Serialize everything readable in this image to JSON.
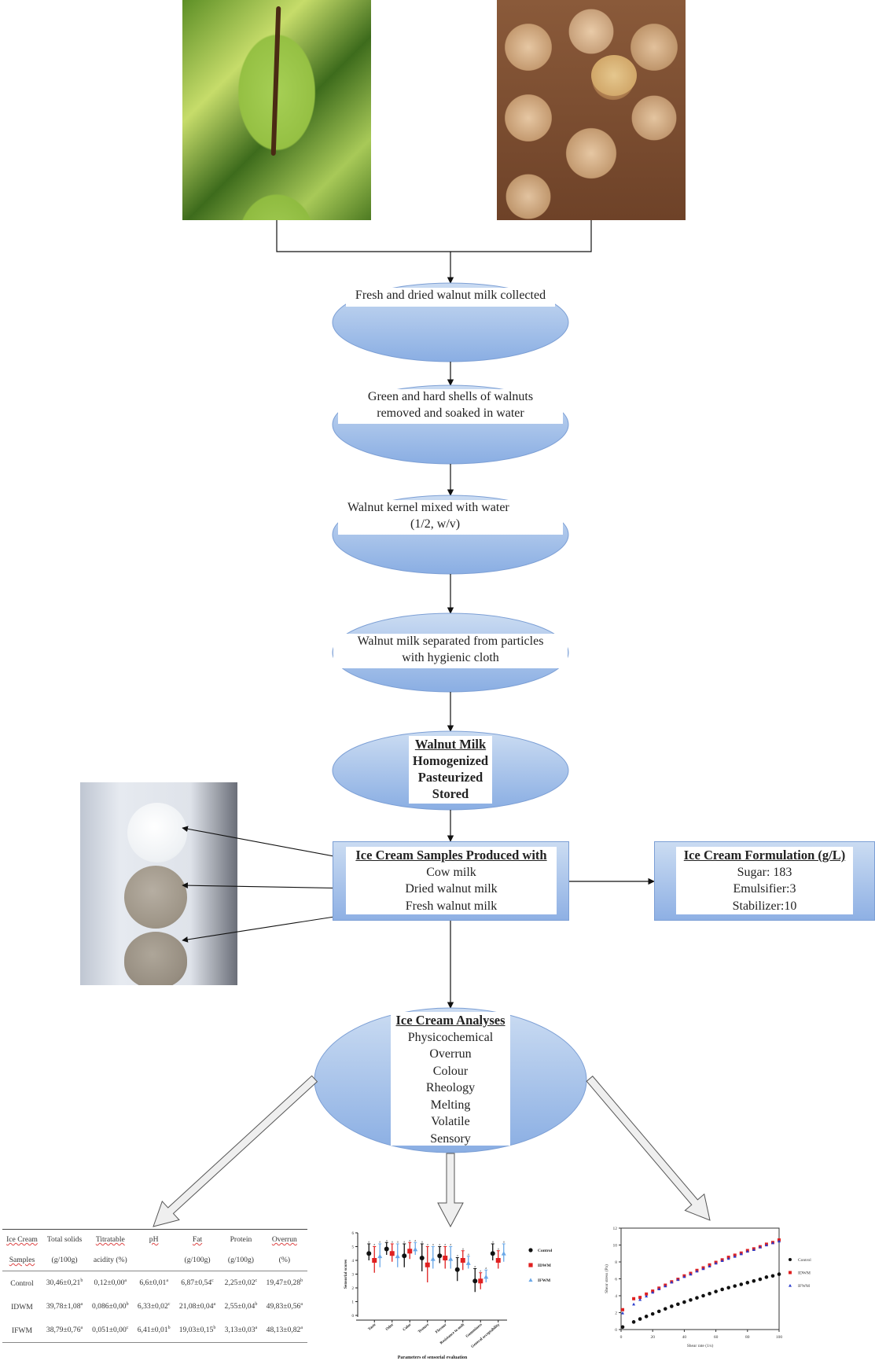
{
  "images": {
    "green_walnut": {
      "label": "Green walnuts on tree",
      "colors": [
        "#9cc94a",
        "#6e9e2a",
        "#3f6b1a"
      ]
    },
    "dried_walnut": {
      "label": "Dried walnuts in shell",
      "colors": [
        "#c9a27a",
        "#a87c55",
        "#7a5533"
      ]
    },
    "ice_cream_samples": {
      "label": "Three ice cream samples",
      "colors": [
        "#f6f7f9",
        "#a89f91",
        "#9d9284"
      ]
    }
  },
  "flow": {
    "step1": {
      "text": "Fresh and dried walnut milk collected"
    },
    "step2": {
      "line1": "Green and hard shells of walnuts",
      "line2": "removed and soaked in water"
    },
    "step3": {
      "line1": "Walnut kernel mixed with water",
      "line2": "(1/2, w/v)"
    },
    "step4": {
      "line1": "Walnut milk separated from particles",
      "line2": "with hygienic cloth"
    },
    "step5": {
      "title": "Walnut Milk",
      "items": [
        "Homogenized",
        "Pasteurized",
        "Stored"
      ]
    },
    "samples": {
      "title": "Ice Cream Samples Produced with",
      "items": [
        "Cow milk",
        "Dried walnut milk",
        "Fresh walnut milk"
      ]
    },
    "formulation": {
      "title": "Ice Cream Formulation (g/L)",
      "items": [
        "Sugar: 183",
        "Emulsifier:3",
        "Stabilizer:10"
      ]
    },
    "analyses": {
      "title": "Ice Cream Analyses",
      "items": [
        "Physicochemical",
        "Overrun",
        "Colour",
        "Rheology",
        "Melting",
        "Volatile",
        "Sensory"
      ]
    }
  },
  "colors": {
    "shape_top": "#cbdcf2",
    "shape_bottom": "#8aaee3",
    "shape_outline": "#7c9fd5",
    "arrow_fill": "#efefef",
    "arrow_stroke": "#555555",
    "control": "#111111",
    "idwm": "#e02020",
    "ifwm": "#6aa8e8",
    "ifwm_rheo": "#2a3ccc"
  },
  "table": {
    "headers": [
      [
        "Ice Cream",
        "Samples"
      ],
      [
        "Total solids",
        "(g/100g)"
      ],
      [
        "Titratable",
        "acidity (%)"
      ],
      [
        "pH",
        ""
      ],
      [
        "Fat",
        "(g/100g)"
      ],
      [
        "Protein",
        "(g/100g)"
      ],
      [
        "Overrun",
        "(%)"
      ]
    ],
    "rows": [
      {
        "sample": "Control",
        "cells": [
          [
            "30,46±0,21",
            "b"
          ],
          [
            "0,12±0,00",
            "a"
          ],
          [
            "6,6±0,01",
            "a"
          ],
          [
            "6,87±0,54",
            "c"
          ],
          [
            "2,25±0,02",
            "c"
          ],
          [
            "19,47±0,28",
            "b"
          ]
        ]
      },
      {
        "sample": "IDWM",
        "cells": [
          [
            "39,78±1,08",
            "a"
          ],
          [
            "0,086±0,00",
            "b"
          ],
          [
            "6,33±0,02",
            "c"
          ],
          [
            "21,08±0,04",
            "a"
          ],
          [
            "2,55±0,04",
            "b"
          ],
          [
            "49,83±0,56",
            "a"
          ]
        ]
      },
      {
        "sample": "IFWM",
        "cells": [
          [
            "38,79±0,76",
            "a"
          ],
          [
            "0,051±0,00",
            "c"
          ],
          [
            "6,41±0,01",
            "b"
          ],
          [
            "19,03±0,15",
            "b"
          ],
          [
            "3,13±0,03",
            "a"
          ],
          [
            "48,13±0,82",
            "a"
          ]
        ]
      }
    ]
  },
  "chart_data": [
    {
      "type": "scatter",
      "subtype": "dot-with-error-bars",
      "title": "",
      "xlabel": "Parameters of sensorial evaluation",
      "ylabel": "Sensorial scores",
      "ylim": [
        0,
        6
      ],
      "yticks": [
        0,
        1,
        2,
        3,
        4,
        5,
        6
      ],
      "categories": [
        "Taste",
        "Odor",
        "Color",
        "Texture",
        "Flavour",
        "Resistance to melt",
        "Gumminess",
        "General acceptability"
      ],
      "legend_position": "right",
      "series": [
        {
          "name": "Control",
          "marker": "circle",
          "values": [
            4.5,
            4.83,
            4.33,
            4.17,
            4.33,
            3.33,
            2.5,
            4.5
          ],
          "err_low": [
            4.0,
            4.4,
            3.5,
            3.2,
            3.8,
            2.5,
            1.7,
            4.0
          ],
          "err_high": [
            5.2,
            5.3,
            5.2,
            5.2,
            5.0,
            4.2,
            3.4,
            5.2
          ],
          "labels": [
            "a",
            "a",
            "a",
            "a",
            "a",
            "a",
            "a",
            "a"
          ]
        },
        {
          "name": "IDWM",
          "marker": "square",
          "values": [
            4.0,
            4.5,
            4.67,
            3.67,
            4.17,
            4.0,
            2.5,
            4.0
          ],
          "err_low": [
            3.1,
            3.9,
            4.1,
            2.4,
            3.4,
            3.3,
            1.9,
            3.4
          ],
          "err_high": [
            5.0,
            5.2,
            5.3,
            5.0,
            5.0,
            4.7,
            3.1,
            4.7
          ],
          "labels": [
            "a",
            "a",
            "a",
            "a",
            "a",
            "a",
            "a",
            "a"
          ]
        },
        {
          "name": "IFWM",
          "marker": "triangle",
          "values": [
            4.3,
            4.3,
            4.8,
            4.1,
            4.1,
            3.8,
            2.8,
            4.5
          ],
          "err_low": [
            3.5,
            3.5,
            4.4,
            3.4,
            3.4,
            3.4,
            2.4,
            3.9
          ],
          "err_high": [
            5.2,
            5.2,
            5.3,
            5.0,
            5.0,
            4.3,
            3.3,
            5.2
          ],
          "labels": [
            "a",
            "a",
            "a",
            "a",
            "a",
            "a",
            "a",
            "a"
          ]
        }
      ]
    },
    {
      "type": "scatter",
      "title": "",
      "xlabel": "Shear rate (1/s)",
      "ylabel": "Shear stress (Pa)",
      "xlim": [
        0,
        100
      ],
      "ylim": [
        0,
        12
      ],
      "xticks": [
        0,
        20,
        40,
        60,
        80,
        100
      ],
      "yticks": [
        0,
        2,
        4,
        6,
        8,
        10,
        12
      ],
      "legend_position": "right",
      "x": [
        1,
        8,
        12,
        16,
        20,
        24,
        28,
        32,
        36,
        40,
        44,
        48,
        52,
        56,
        60,
        64,
        68,
        72,
        76,
        80,
        84,
        88,
        92,
        96,
        100
      ],
      "series": [
        {
          "name": "Control",
          "marker": "circle",
          "values": [
            0.3,
            0.9,
            1.25,
            1.55,
            1.85,
            2.15,
            2.45,
            2.75,
            3.0,
            3.25,
            3.5,
            3.75,
            4.0,
            4.25,
            4.5,
            4.75,
            4.95,
            5.15,
            5.35,
            5.55,
            5.75,
            5.95,
            6.2,
            6.35,
            6.55
          ]
        },
        {
          "name": "IDWM",
          "marker": "square",
          "values": [
            2.35,
            3.65,
            3.8,
            4.2,
            4.55,
            4.9,
            5.25,
            5.65,
            5.95,
            6.35,
            6.65,
            7.0,
            7.3,
            7.65,
            7.95,
            8.25,
            8.55,
            8.8,
            9.05,
            9.35,
            9.55,
            9.8,
            10.1,
            10.3,
            10.6
          ]
        },
        {
          "name": "IFWM",
          "marker": "triangle",
          "values": [
            1.95,
            3.0,
            3.55,
            3.95,
            4.4,
            4.8,
            5.15,
            5.6,
            5.9,
            6.25,
            6.55,
            6.9,
            7.2,
            7.5,
            7.85,
            8.15,
            8.4,
            8.65,
            8.95,
            9.25,
            9.45,
            9.75,
            10.0,
            10.25,
            10.45
          ]
        }
      ]
    }
  ]
}
